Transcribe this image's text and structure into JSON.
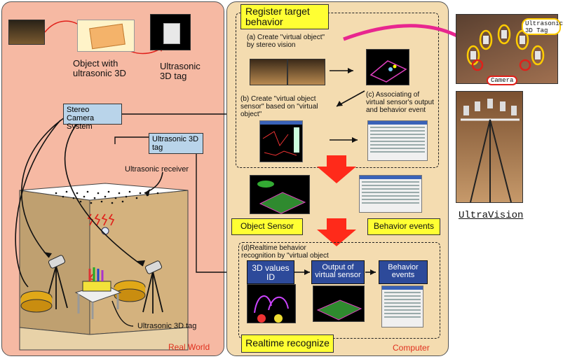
{
  "real_world": {
    "object_label": "Object with ultrasonic 3D",
    "tag_label": "Ultrasonic 3D tag",
    "stereo_box": "Stereo Camera System",
    "tag_box": "Ultrasonic 3D tag",
    "receiver_label": "Ultrasonic receiver",
    "bottom_tag_label": "Ultrasonic 3D tag",
    "footer": "Real World"
  },
  "computer": {
    "register_title": "Register target behavior",
    "step_a": "(a) Create \"virtual object\" by stereo vision",
    "step_b": "(b) Create \"virtual object sensor\" based on \"virtual object\"",
    "step_c": "(c) Associating of virtual sensor's output and behavior event",
    "object_sensor": "Object Sensor",
    "behavior_events": "Behavior events",
    "step_d": "(d)Realtime behavior recognition by \"virtual object",
    "flow_values": "3D values ID",
    "flow_output": "Output of virtual sensor",
    "flow_events": "Behavior events",
    "realtime_title": "Realtime recognize",
    "footer": "Computer"
  },
  "device": {
    "tag_callout": "Ultrasonic 3D Tag",
    "camera_callout": "Camera",
    "caption": "UltraVision"
  },
  "colors": {
    "real_bg": "#f6b9a3",
    "comp_bg": "#f4dcb0",
    "accent_yellow": "#ffff33",
    "box_blue": "#b9d4ea",
    "box_navy": "#2d4a9a",
    "arrow_red": "#ff2a1a",
    "arc_magenta": "#e8268f"
  }
}
